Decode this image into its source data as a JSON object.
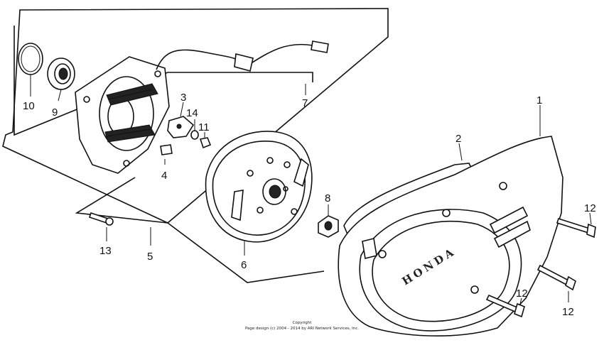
{
  "diagram": {
    "brand_text": "HONDA",
    "callouts": [
      "1",
      "2",
      "3",
      "4",
      "5",
      "6",
      "7",
      "8",
      "9",
      "10",
      "11",
      "12",
      "12",
      "12",
      "13",
      "14"
    ],
    "copyright": {
      "line1": "Copyright",
      "line2": "Page design (c) 2004 - 2014 by ARI Network Services, Inc."
    }
  }
}
